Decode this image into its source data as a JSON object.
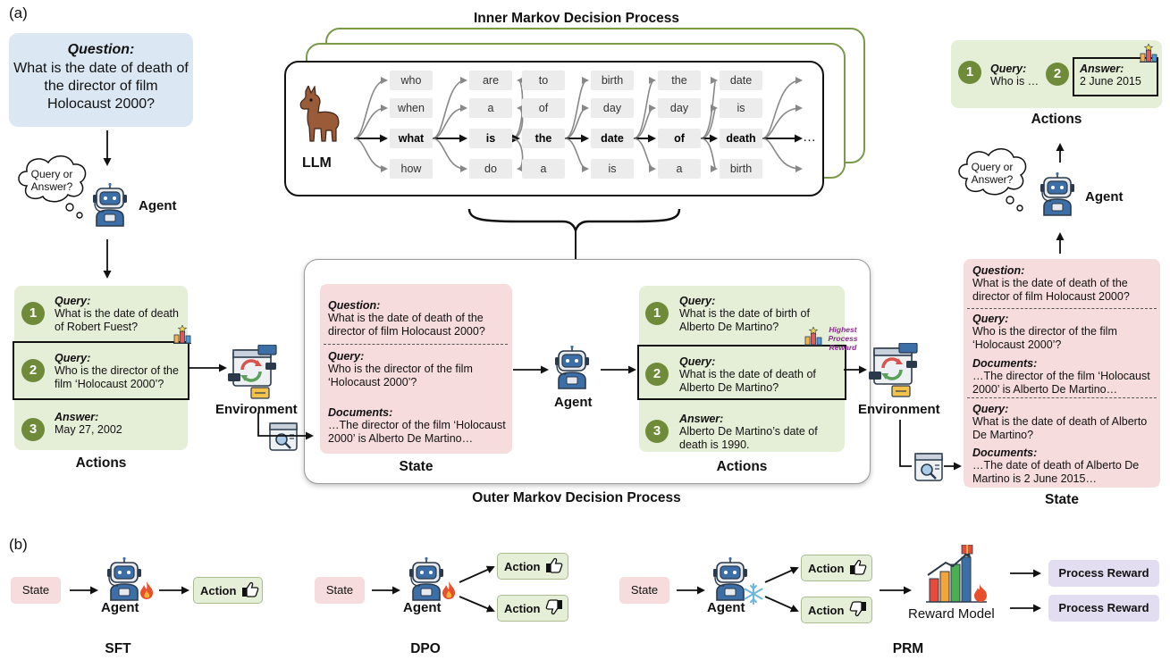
{
  "panel_a_label": "(a)",
  "panel_b_label": "(b)",
  "inner_title": "Inner Markov Decision Process",
  "outer_title": "Outer Markov Decision Process",
  "llm_label": "LLM",
  "ellipsis": "…",
  "tokens": {
    "col1": [
      "who",
      "when",
      "what",
      "how"
    ],
    "col2": [
      "are",
      "a",
      "is",
      "do"
    ],
    "col3": [
      "to",
      "of",
      "the",
      "a"
    ],
    "col4": [
      "birth",
      "day",
      "date",
      "is"
    ],
    "col5": [
      "the",
      "day",
      "of",
      "a"
    ],
    "col6": [
      "date",
      "is",
      "death",
      "birth"
    ]
  },
  "left": {
    "question_label": "Question:",
    "question_text": "What is the date of death of the director of film Holocaust 2000?",
    "thought": "Query or Answer?",
    "agent": "Agent",
    "actions": [
      {
        "num": "1",
        "label": "Query:",
        "text": "What is the date of death of Robert Fuest?"
      },
      {
        "num": "2",
        "label": "Query:",
        "text": "Who is the director of the film ‘Holocaust 2000’?"
      },
      {
        "num": "3",
        "label": "Answer:",
        "text": "May 27, 2002"
      }
    ],
    "actions_title": "Actions",
    "environment": "Environment"
  },
  "middle": {
    "state_q_label": "Question:",
    "state_q_text": "What is the date of death of the director of film Holocaust 2000?",
    "state_query_label": "Query:",
    "state_query_text": "Who is the director of the film ‘Holocaust 2000’?",
    "state_docs_label": "Documents:",
    "state_docs_text": "…The director of the film ‘Holocaust 2000’ is Alberto De Martino…",
    "state_title": "State",
    "agent": "Agent",
    "actions": [
      {
        "num": "1",
        "label": "Query:",
        "text": "What is the date of birth of Alberto De Martino?"
      },
      {
        "num": "2",
        "label": "Query:",
        "text": "What is the date of death of Alberto De Martino?"
      },
      {
        "num": "3",
        "label": "Answer:",
        "text": "Alberto De Martino’s date of death is 1990."
      }
    ],
    "highest_reward": "Highest Process Reward",
    "actions_title": "Actions"
  },
  "right": {
    "environment": "Environment",
    "state": [
      {
        "label": "Question:",
        "text": "What is the date of death of the director of film Holocaust 2000?"
      },
      {
        "label": "Query:",
        "text": "Who is the director of the film ‘Holocaust 2000’?"
      },
      {
        "label": "Documents:",
        "text": "…The director of the film ‘Holocaust 2000’ is Alberto De Martino…"
      },
      {
        "label": "Query:",
        "text": "What is the date of death of Alberto De Martino?"
      },
      {
        "label": "Documents:",
        "text": "…The date of death of Alberto De Martino is 2 June 2015…"
      }
    ],
    "state_title": "State",
    "thought": "Query or Answer?",
    "agent": "Agent",
    "final_num1": "1",
    "final_query_label": "Query:",
    "final_query_text": "Who is …",
    "final_num2": "2",
    "final_answer_label": "Answer:",
    "final_answer_text": "2 June 2015",
    "actions_title": "Actions"
  },
  "panel_b": {
    "state": "State",
    "agent": "Agent",
    "action": "Action",
    "reward_model": "Reward Model",
    "process_reward": "Process Reward",
    "sft": "SFT",
    "dpo": "DPO",
    "prm": "PRM"
  },
  "colors": {
    "green_box": "#e5efd7",
    "pink_box": "#f6dcdc",
    "blue_box": "#dbe7f2",
    "purple_box": "#e2ddf0",
    "number_circle": "#6f8b3a",
    "stack_green": "#7a9a4a",
    "highlight_text": "#8a2b8f"
  }
}
